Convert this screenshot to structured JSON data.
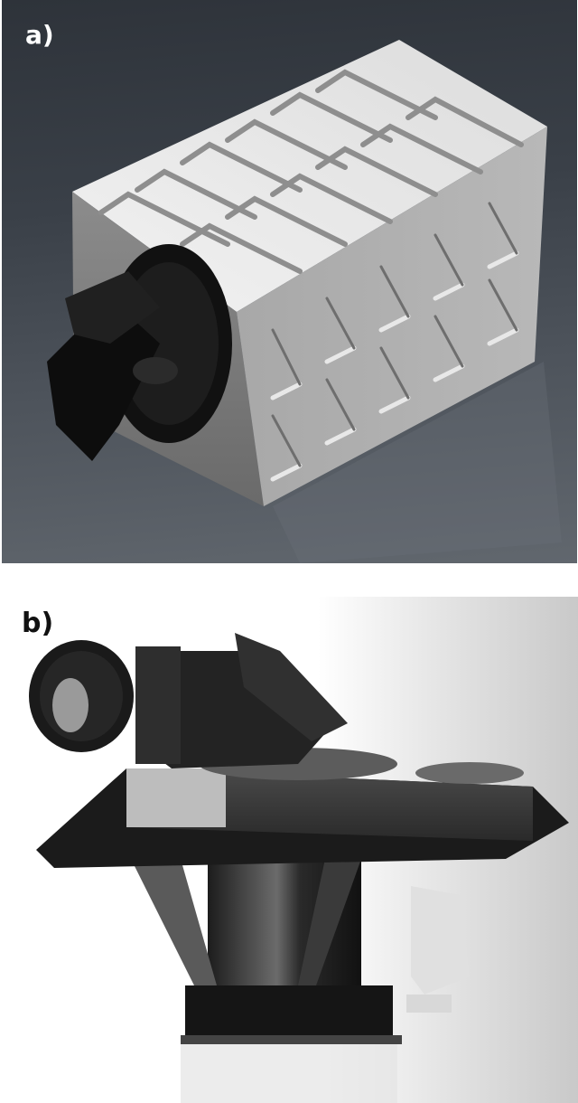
{
  "figure": {
    "panels": [
      {
        "label": "a)",
        "subject": "rectangular white instrument housing with triangular ribbed panels and black optical unit",
        "background_colors": [
          "#2e333a",
          "#61676e"
        ]
      },
      {
        "label": "b)",
        "subject": "dark metallic instrument assembly on pedestal with telescope barrel",
        "background_colors": [
          "#ffffff",
          "#c9c9c9"
        ]
      }
    ]
  }
}
